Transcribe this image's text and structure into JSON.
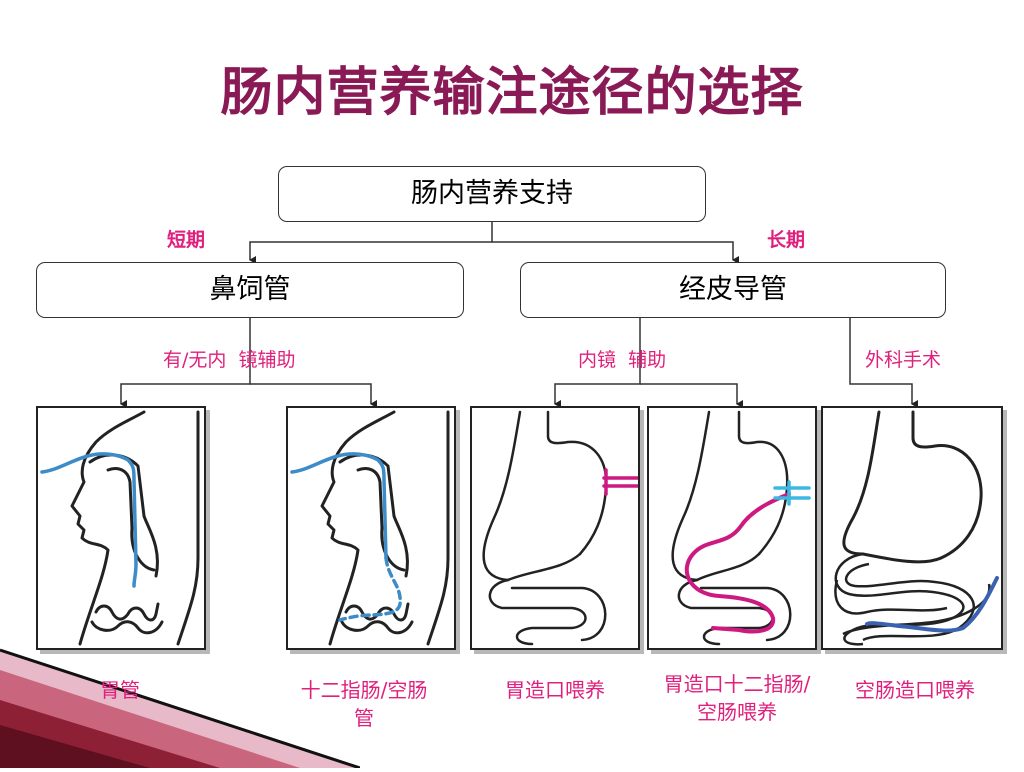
{
  "title": "肠内营养输注途径的选择",
  "root": {
    "label": "肠内营养支持"
  },
  "branches": {
    "left": {
      "duration": "短期",
      "label": "鼻饲管",
      "method": "有/无内  镜辅助"
    },
    "right": {
      "duration": "长期",
      "label": "经皮导管",
      "method_endoscopic": "内镜  辅助",
      "method_surgical": "外科手术"
    }
  },
  "captions": {
    "gastric_tube": "胃管",
    "duodenal_tube": "十二指肠/空肠管",
    "gastrostomy": "胃造口喂养",
    "gastro_duodenal": "胃造口十二指肠/空肠喂养",
    "jejunostomy": "空肠造口喂养"
  },
  "colors": {
    "title": "#8a1a55",
    "label_pink": "#e0207d",
    "tube_blue": "#3d8cc8",
    "tube_magenta": "#cc1a80"
  }
}
